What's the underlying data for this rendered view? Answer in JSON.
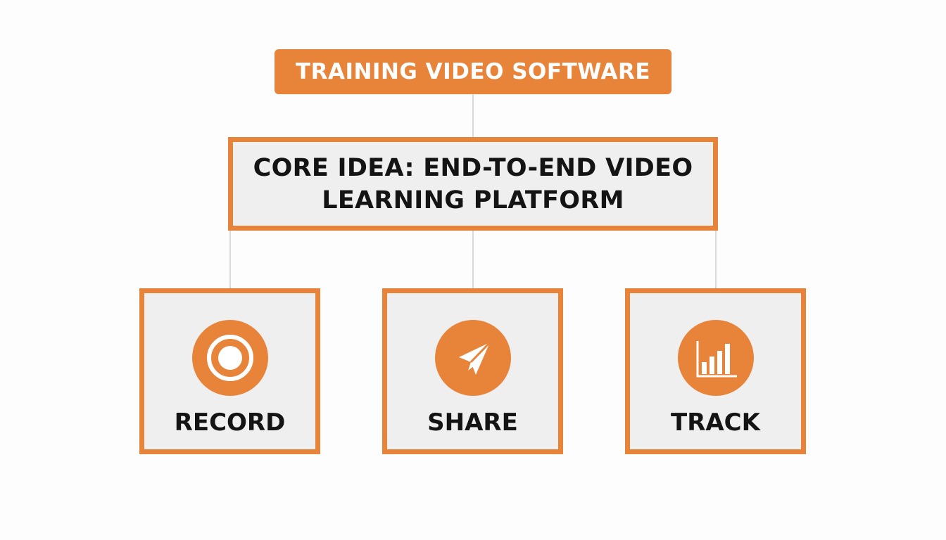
{
  "diagram": {
    "title": "TRAINING VIDEO SOFTWARE",
    "core_idea": "CORE IDEA: END-TO-END VIDEO LEARNING PLATFORM",
    "pillars": [
      {
        "label": "RECORD",
        "icon": "record-icon"
      },
      {
        "label": "SHARE",
        "icon": "paper-plane-icon"
      },
      {
        "label": "TRACK",
        "icon": "bar-chart-icon"
      }
    ]
  },
  "colors": {
    "accent": "#e8833a",
    "box_fill": "#efefef",
    "text": "#141414",
    "connector": "#d9d9d9",
    "background": "#fdfdfd"
  }
}
